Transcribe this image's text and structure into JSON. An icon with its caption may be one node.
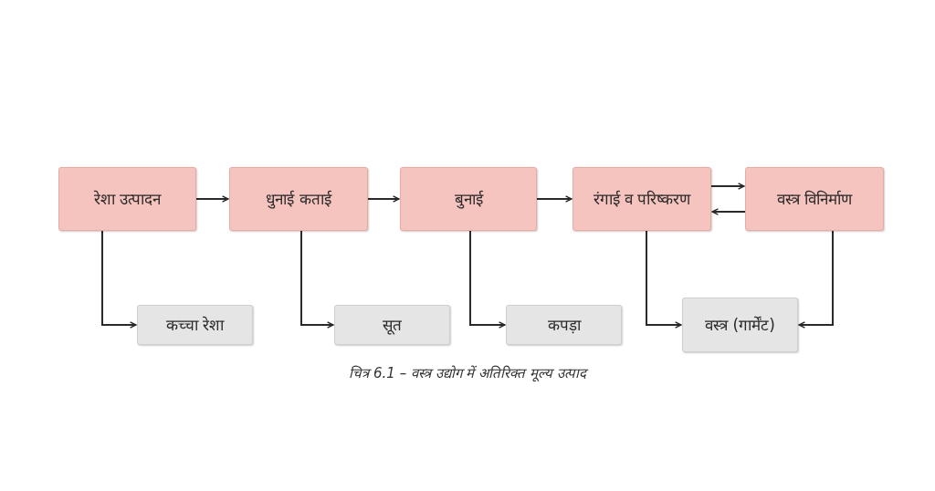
{
  "diagram": {
    "caption": "चित्र 6.1 – वस्त्र उद्योग में अतिरिक्त मूल्य उत्पाद",
    "nodes": [
      {
        "text": [
          "रेशा उत्पादन"
        ]
      },
      {
        "text": [
          "धुनाई कताई"
        ]
      },
      {
        "text": [
          "बुनाई"
        ]
      },
      {
        "text": [
          "रंगाई व परिष्करण"
        ]
      },
      {
        "text": [
          "वस्त्र विनिर्माण"
        ]
      },
      {
        "text": [
          "कच्चा रेशा"
        ]
      },
      {
        "text": [
          "सूत"
        ]
      },
      {
        "text": [
          "कपड़ा"
        ]
      },
      {
        "text": [
          "वस्त्र (गार्मेंट)"
        ]
      }
    ],
    "edges": [
      {
        "from": 0,
        "to": 1,
        "arrow": "to"
      },
      {
        "from": 1,
        "to": 2,
        "arrow": "to"
      },
      {
        "from": 2,
        "to": 3,
        "arrow": "to"
      },
      {
        "from": 3,
        "to": 4,
        "arrow": "to"
      },
      {
        "from": 4,
        "to": 3,
        "arrow": "to"
      },
      {
        "from": 0,
        "to": 5,
        "arrow": "to"
      },
      {
        "from": 1,
        "to": 6,
        "arrow": "to"
      },
      {
        "from": 2,
        "to": 7,
        "arrow": "to"
      },
      {
        "from": 3,
        "to": 8,
        "arrow": "to"
      },
      {
        "from": 4,
        "to": 8,
        "arrow": "to"
      }
    ]
  }
}
